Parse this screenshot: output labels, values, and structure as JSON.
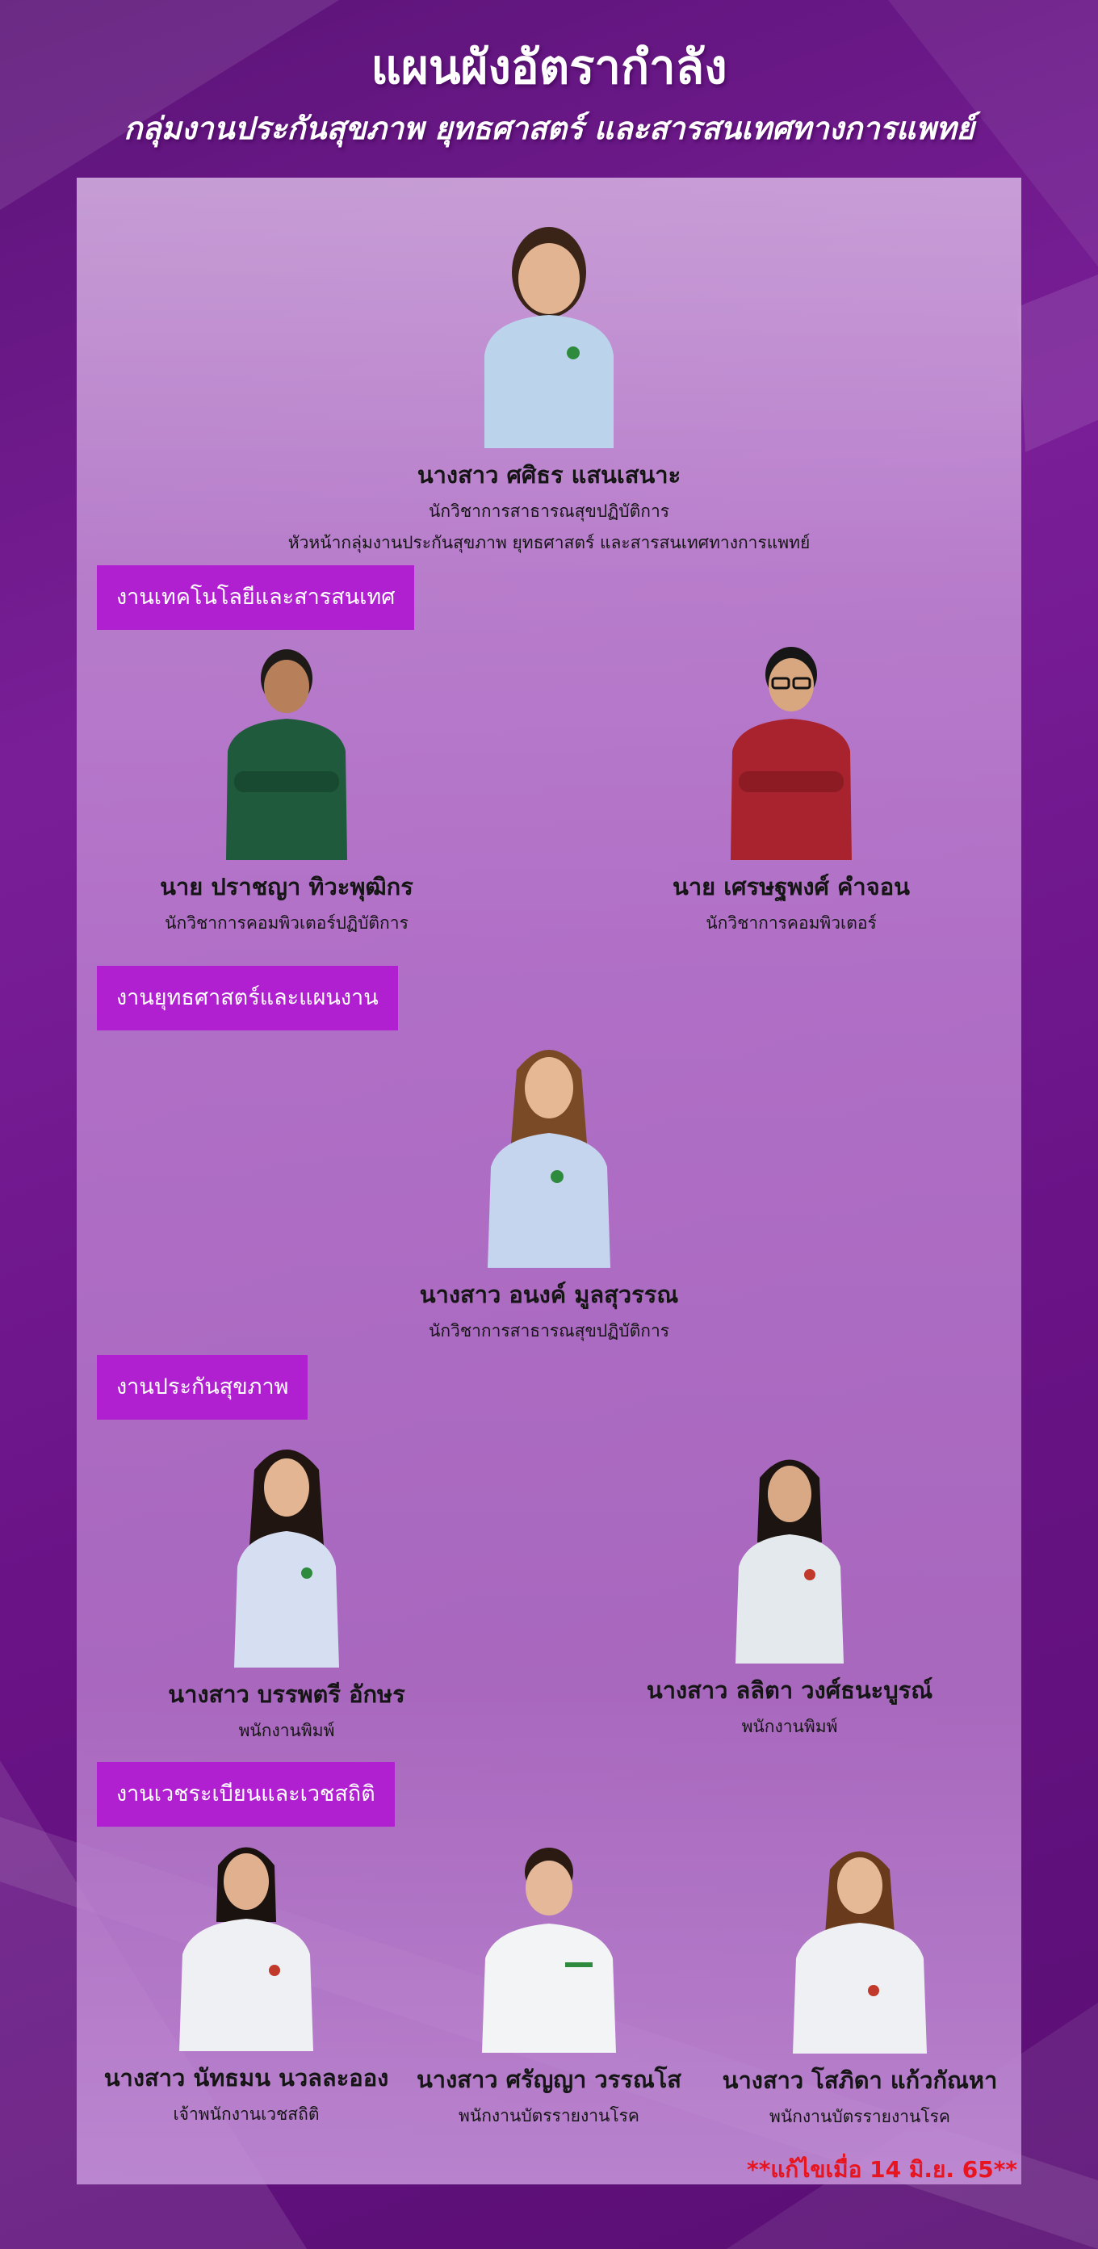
{
  "header": {
    "title": "แผนผังอัตรากำลัง",
    "subtitle": "กลุ่มงานประกันสุขภาพ ยุทธศาสตร์ และสารสนเทศทางการแพทย์"
  },
  "head_person": {
    "name": "นางสาว ศศิธร แสนเสนาะ",
    "role": "นักวิชาการสาธารณสุขปฏิบัติการ",
    "role2": "หัวหน้ากลุ่มงานประกันสุขภาพ ยุทธศาสตร์ และสารสนเทศทางการแพทย์"
  },
  "sections": [
    {
      "title": "งานเทคโนโลยีและสารสนเทศ",
      "members": [
        {
          "name": "นาย ปราชญา ทิวะพุฒิกร",
          "role": "นักวิชาการคอมพิวเตอร์ปฏิบัติการ"
        },
        {
          "name": "นาย เศรษฐพงศ์ คำจอน",
          "role": "นักวิชาการคอมพิวเตอร์"
        }
      ]
    },
    {
      "title": "งานยุทธศาสตร์และแผนงาน",
      "members": [
        {
          "name": "นางสาว อนงค์ มูลสุวรรณ",
          "role": "นักวิชาการสาธารณสุขปฏิบัติการ"
        }
      ]
    },
    {
      "title": "งานประกันสุขภาพ",
      "members": [
        {
          "name": "นางสาว บรรพตรี อักษร",
          "role": "พนักงานพิมพ์"
        },
        {
          "name": "นางสาว ลลิตา วงศ์ธนะบูรณ์",
          "role": "พนักงานพิมพ์"
        }
      ]
    },
    {
      "title": "งานเวชระเบียนและเวชสถิติ",
      "members": [
        {
          "name": "นางสาว นัทธมน นวลละออง",
          "role": "เจ้าพนักงานเวชสถิติ"
        },
        {
          "name": "นางสาว ศรัญญา วรรณโส",
          "role": "พนักงานบัตรรายงานโรค"
        },
        {
          "name": "นางสาว โสภิดา แก้วกัณหา",
          "role": "พนักงานบัตรรายงานโรค"
        }
      ]
    }
  ],
  "note": "**แก้ไขเมื่อ 14 มิ.ย. 65**",
  "colors": {
    "background": "#6a1387",
    "section_header": "#b01fd0",
    "note": "#e8141e"
  }
}
